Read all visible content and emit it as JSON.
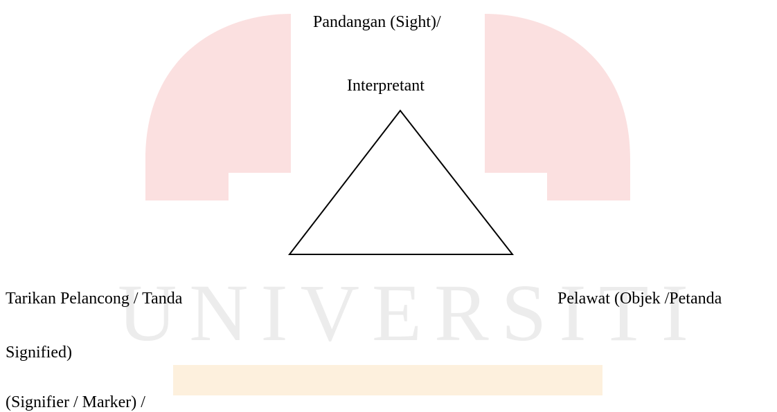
{
  "diagram": {
    "top_label_line1": "Pandangan (Sight)/",
    "top_label_line2": "Interpretant",
    "left_label_line1": "Tarikan Pelancong / Tanda",
    "left_label_line2": "Signified)",
    "left_label_line3": "(Signifier / Marker) /",
    "right_label_line1": "Pelawat (Objek /Petanda"
  },
  "watermark": {
    "text": "UNIVERSITI",
    "logo_colors": [
      "#f9d6d6",
      "#fde9d0"
    ],
    "text_color": "#e8e8e8"
  }
}
